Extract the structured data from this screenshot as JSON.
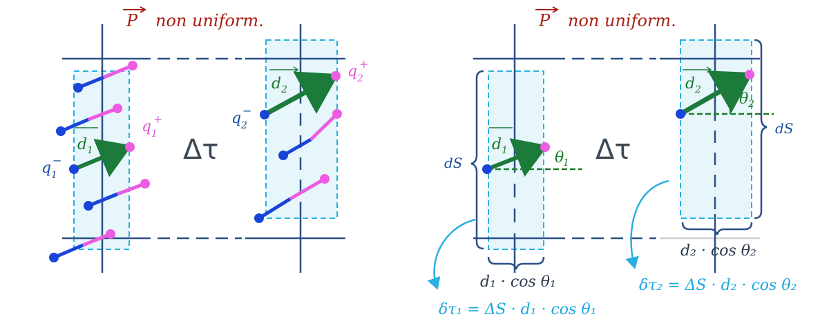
{
  "left_panel": {
    "title": "P⃗  non uniform.",
    "title_vec": "P",
    "title_rest": "non uniform.",
    "label_d1": "d",
    "label_d1_sub": "1",
    "label_d2": "d",
    "label_d2_sub": "2",
    "label_q1m": "q",
    "label_q1m_sub": "1",
    "label_q1m_sup": "−",
    "label_q1p": "q",
    "label_q1p_sub": "1",
    "label_q1p_sup": "+",
    "label_q2m": "q",
    "label_q2m_sub": "2",
    "label_q2m_sup": "−",
    "label_q2p": "q",
    "label_q2p_sub": "2",
    "label_q2p_sup": "+",
    "delta_tau": "Δτ"
  },
  "right_panel": {
    "title_vec": "P",
    "title_rest": "non uniform.",
    "label_d1": "d",
    "label_d1_sub": "1",
    "label_d2": "d",
    "label_d2_sub": "2",
    "theta1": "θ",
    "theta1_sub": "1",
    "theta2": "θ",
    "theta2_sub": "2",
    "ds_left": "dS",
    "ds_right": "dS",
    "delta_tau": "Δτ",
    "width1": "d₁ · cos θ₁",
    "width2": "d₂ · cos θ₂",
    "formula1": "δτ₁ = ΔS · d₁ · cos θ₁",
    "formula2": "δτ₂ = ΔS · d₂ · cos θ₂"
  },
  "colors": {
    "frame": "#2b4f86",
    "dashed_box": "#2ab0e0",
    "box_fill": "#e6f6fb",
    "negative_charge": "#1a44d8",
    "positive_charge": "#ec5ce0",
    "dipole_arrow": "#1c7a3a",
    "title_red": "#a81f14",
    "formula_cyan": "#1aa8e0"
  }
}
